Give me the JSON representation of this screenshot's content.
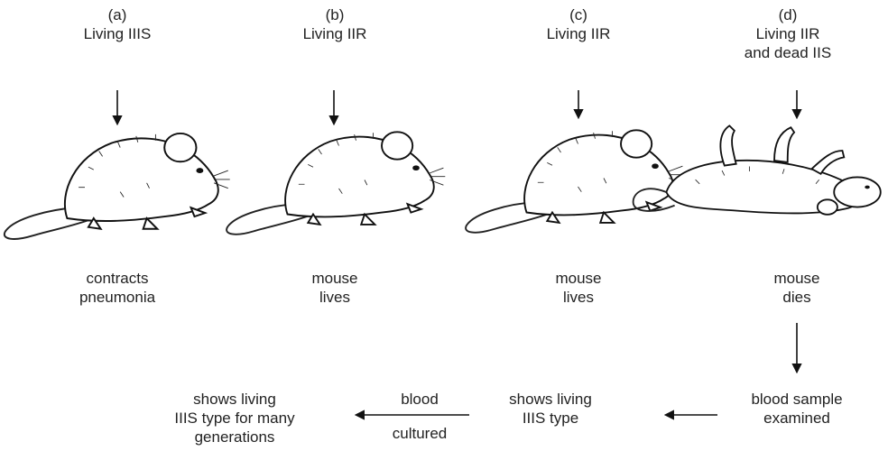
{
  "panels": [
    {
      "letter": "(a)",
      "input": [
        "Living IIIS"
      ],
      "outcome": [
        "contracts",
        "pneumonia"
      ]
    },
    {
      "letter": "(b)",
      "input": [
        "Living IIR"
      ],
      "outcome": [
        "mouse",
        "lives"
      ]
    },
    {
      "letter": "(c)",
      "input": [
        "Living IIR"
      ],
      "outcome": [
        "mouse",
        "lives"
      ]
    },
    {
      "letter": "(d)",
      "input": [
        "Living IIR",
        "and dead IIS"
      ],
      "outcome": [
        "mouse",
        "dies"
      ]
    }
  ],
  "flow": {
    "blood_sample": [
      "blood sample",
      "examined"
    ],
    "shows_iiis": [
      "shows living",
      "IIIS type"
    ],
    "blood_cultured_top": "blood",
    "blood_cultured_bottom": "cultured",
    "final": [
      "shows living",
      "IIIS type for many",
      "generations"
    ]
  }
}
